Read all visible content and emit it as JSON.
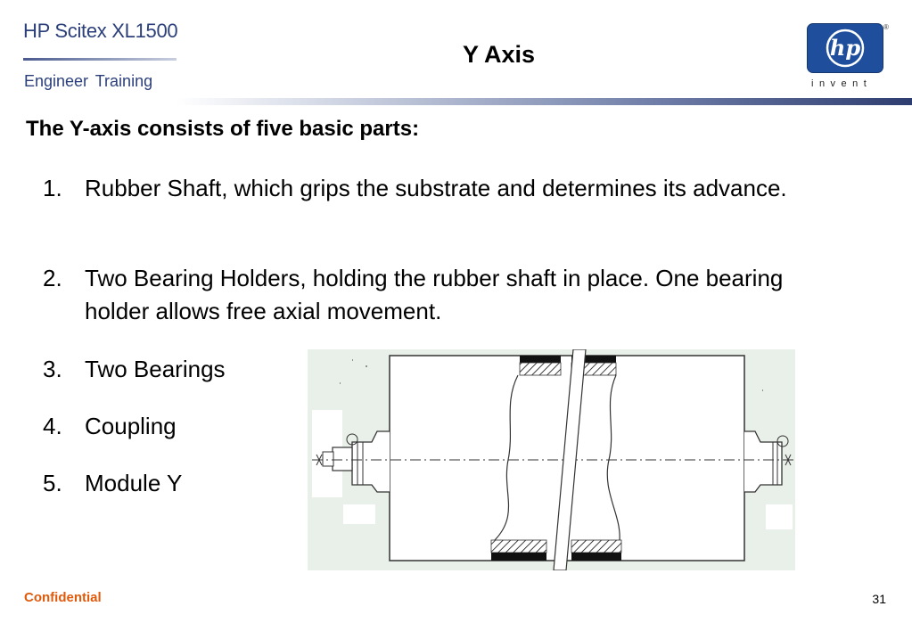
{
  "header": {
    "brand_title": "HP Scitex XL1500",
    "brand_subtitle": "Engineer  Training",
    "slide_title": "Y Axis",
    "logo": {
      "text": "hp",
      "tagline": "invent",
      "trademark": "®",
      "color": "#1f4f9c"
    }
  },
  "body": {
    "intro": "The Y-axis consists of five basic parts:",
    "parts": [
      {
        "number": "1.",
        "text": "Rubber Shaft, which grips the substrate and determines its advance."
      },
      {
        "number": "2.",
        "text": "Two Bearing Holders, holding the rubber shaft in place. One bearing holder allows free axial movement."
      },
      {
        "number": "3.",
        "text": "Two Bearings"
      },
      {
        "number": "4.",
        "text": "Coupling"
      },
      {
        "number": "5.",
        "text": "Module Y"
      }
    ]
  },
  "footer": {
    "confidential": "Confidential",
    "page_number": "31",
    "accent_color": "#e05a0c"
  }
}
